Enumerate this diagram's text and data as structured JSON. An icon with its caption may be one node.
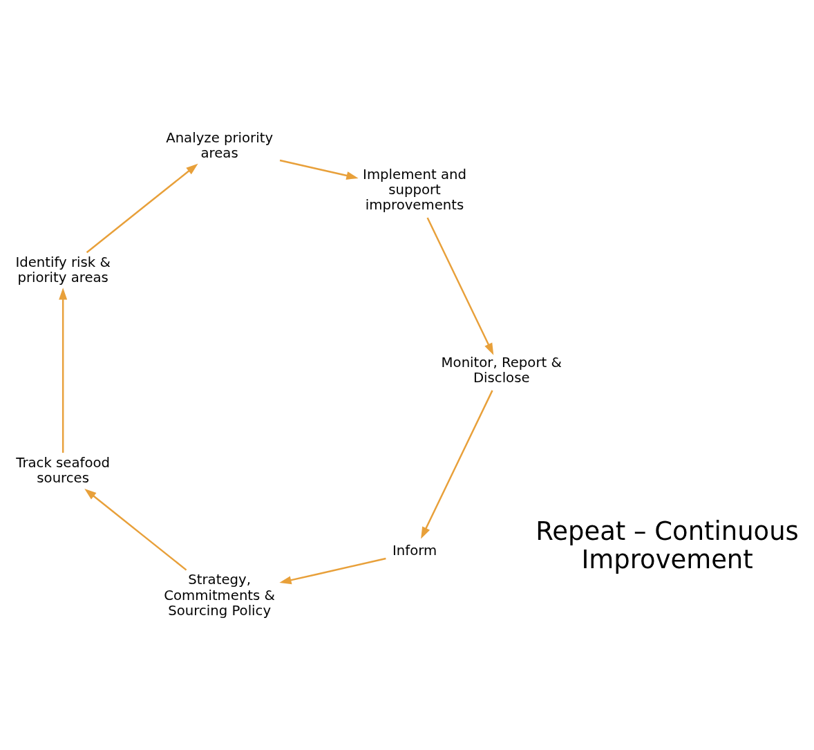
{
  "diagram": {
    "nodes": [
      {
        "text": [
          "Inform"
        ]
      },
      {
        "text": [
          "Strategy, Commitments & Sourcing Policy"
        ]
      },
      {
        "text": [
          "Track seafood sources"
        ]
      },
      {
        "text": [
          "Identify risk & priority areas"
        ]
      },
      {
        "text": [
          "Analyze priority areas"
        ]
      },
      {
        "text": [
          "Implement and support improvements"
        ]
      },
      {
        "text": [
          "Monitor, Report & Disclose"
        ]
      }
    ],
    "edges": [
      {
        "from": 0,
        "to": 1,
        "arrow": "to"
      },
      {
        "from": 1,
        "to": 2,
        "arrow": "to"
      },
      {
        "from": 2,
        "to": 3,
        "arrow": "to"
      },
      {
        "from": 3,
        "to": 4,
        "arrow": "to"
      },
      {
        "from": 4,
        "to": 5,
        "arrow": "to"
      },
      {
        "from": 5,
        "to": 6,
        "arrow": "to"
      },
      {
        "from": 6,
        "to": 0,
        "arrow": "to"
      }
    ],
    "labels": [
      "Repeat – Continuous Improvement"
    ]
  }
}
